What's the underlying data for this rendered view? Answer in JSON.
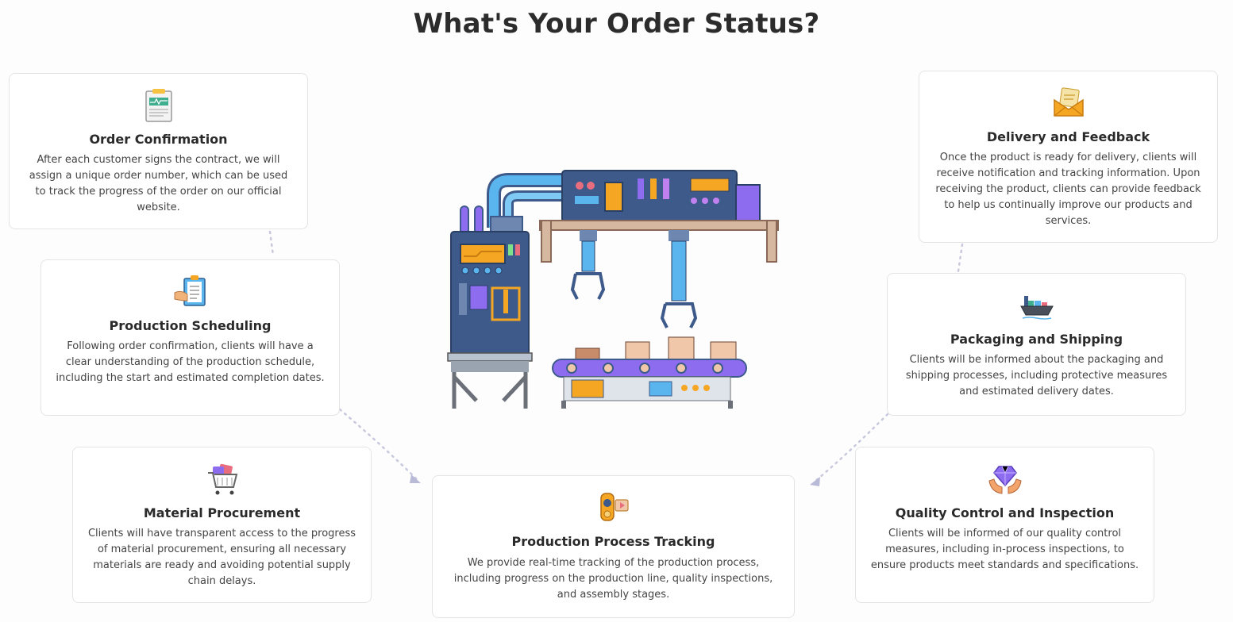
{
  "page": {
    "title": "What's Your Order Status?"
  },
  "steps": {
    "order_confirmation": {
      "title": "Order Confirmation",
      "icon": "contract-document-icon",
      "text": "After each customer signs the contract, we will assign a unique order number, which can be used to track the progress of the order on our official website."
    },
    "production_scheduling": {
      "title": "Production Scheduling",
      "icon": "clipboard-schedule-icon",
      "text": "Following order confirmation, clients will have a clear understanding of the production schedule, including the start and estimated completion dates."
    },
    "material_procurement": {
      "title": "Material Procurement",
      "icon": "shopping-cart-icon",
      "text": "Clients will have transparent access to the progress of material procurement, ensuring all necessary materials are ready and avoiding potential supply chain delays."
    },
    "production_tracking": {
      "title": "Production Process Tracking",
      "icon": "video-camera-icon",
      "text": "We provide real-time tracking of the production process, including progress on the production line, quality inspections, and assembly stages."
    },
    "quality_control": {
      "title": "Quality Control and Inspection",
      "icon": "diamond-hands-icon",
      "text": "Clients will be informed of our quality control measures, including in-process inspections, to ensure products meet standards and specifications."
    },
    "packaging_shipping": {
      "title": "Packaging and Shipping",
      "icon": "cargo-ship-icon",
      "text": "Clients will be informed about the packaging and shipping processes, including protective measures and estimated delivery dates."
    },
    "delivery_feedback": {
      "title": "Delivery and Feedback",
      "icon": "envelope-letter-icon",
      "text": "Once the product is ready for delivery, clients will receive notification and tracking information. Upon receiving the product, clients can provide feedback to help us continually improve our products and services."
    }
  },
  "colors": {
    "connector": "#c9c9de",
    "machine_dark": "#3d5a8a",
    "machine_blue": "#5aa8e6",
    "accent_orange": "#f5a623",
    "accent_purple": "#8e6cf0"
  }
}
